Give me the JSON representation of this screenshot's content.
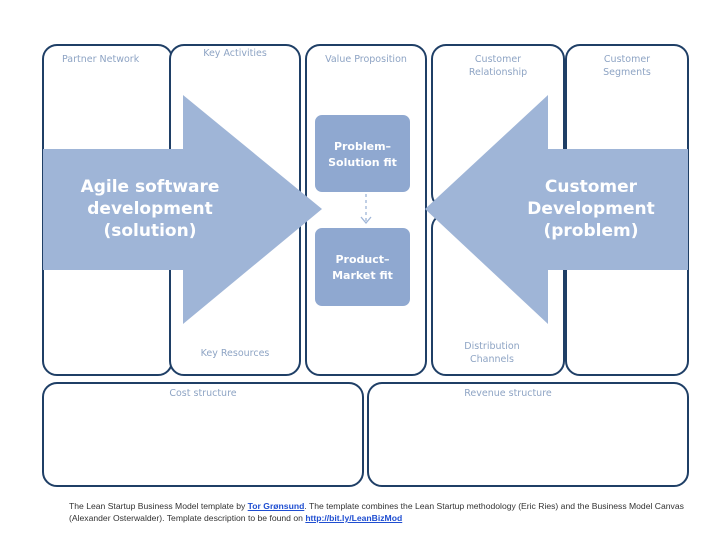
{
  "colors": {
    "box_stroke": "#1f3f66",
    "arrow_fill": "#9fb5d7",
    "inner_box_fill": "#8fa8d0",
    "label_text": "#8ea4c4",
    "link": "#1f4ed1"
  },
  "blocks": {
    "partner_network": "Partner Network",
    "key_activities": "Key Activities",
    "value_proposition": "Value Proposition",
    "customer_relationship": [
      "Customer",
      "Relationship"
    ],
    "customer_segments": [
      "Customer",
      "Segments"
    ],
    "key_resources": "Key Resources",
    "distribution_channels": [
      "Distribution",
      "Channels"
    ],
    "cost_structure": "Cost structure",
    "revenue_structure": "Revenue structure"
  },
  "arrows": {
    "left": [
      "Agile software",
      "development",
      "(solution)"
    ],
    "right": [
      "Customer",
      "Development",
      "(problem)"
    ]
  },
  "fits": {
    "problem_solution": [
      "Problem–",
      "Solution fit"
    ],
    "product_market": [
      "Product–",
      "Market fit"
    ]
  },
  "footer": {
    "text_1": "The Lean Startup Business Model template by ",
    "author_link": "Tor Grønsund",
    "text_2": ". The template combines the Lean Startup methodology (Eric Ries) and the Business Model Canvas (Alexander Osterwalder). Template description to be found on ",
    "url_link": "http://bit.ly/LeanBizMod"
  }
}
